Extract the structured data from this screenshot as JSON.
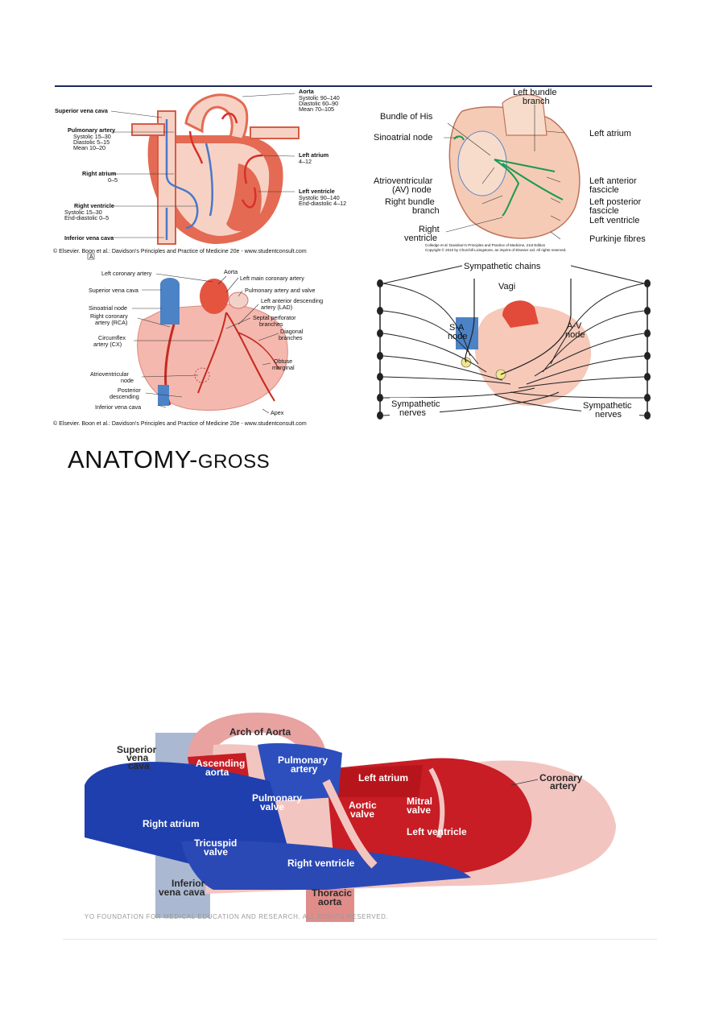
{
  "fig_a": {
    "aorta": "Aorta",
    "aorta_systolic": "Systolic   90–140",
    "aorta_diastolic": "Diastolic   60–90",
    "aorta_mean": "Mean      70–105",
    "svc": "Superior vena cava",
    "pa": "Pulmonary artery",
    "pa_systolic": "Systolic   15–30",
    "pa_diastolic": "Diastolic   5–15",
    "pa_mean": "Mean     10–20",
    "ra": "Right atrium",
    "ra_val": "0–5",
    "la": "Left atrium",
    "la_val": "4–12",
    "lv": "Left ventricle",
    "lv_systolic": "Systolic      90–140",
    "lv_enddiastolic": "End-diastolic   4–12",
    "rv": "Right ventricle",
    "rv_systolic": "Systolic       15–30",
    "rv_enddiastolic": "End-diastolic    0–5",
    "ivc": "Inferior vena cava",
    "credit": "© Elsevier. Boon et al.: Davidson's Principles and Practice of Medicine 20e - www.studentconsult.com",
    "panel_letter": "A"
  },
  "fig_b": {
    "lbb": "Left bundle",
    "lbb2": "branch",
    "his": "Bundle of His",
    "sa": "Sinoatrial node",
    "la": "Left atrium",
    "av1": "Atrioventricular",
    "av2": "(AV) node",
    "rbb1": "Right bundle",
    "rbb2": "branch",
    "laf1": "Left anterior",
    "laf2": "fascicle",
    "lpf1": "Left posterior",
    "lpf2": "fascicle",
    "lv": "Left ventricle",
    "rv1": "Right",
    "rv2": "ventricle",
    "purkinje": "Purkinje fibres",
    "credit1": "Colledge et al: Davidson's Principles and Practice of Medicine, 21st Edition",
    "credit2": "Copyright © 2010 by Churchill Livingstone, an imprint of Elsevier Ltd. All rights reserved."
  },
  "fig_c": {
    "lca": "Left coronary artery",
    "aorta": "Aorta",
    "lmca": "Left main coronary artery",
    "svc": "Superior vena cava",
    "pav": "Pulmonary artery and valve",
    "lad1": "Left anterior descending",
    "lad2": "artery (LAD)",
    "sa": "Sinoatrial node",
    "rca1": "Right coronary",
    "rca2": "artery (RCA)",
    "septal1": "Septal perforator",
    "septal2": "branches",
    "diag1": "Diagonal",
    "diag2": "branches",
    "cx1": "Circumflex",
    "cx2": "artery (CX)",
    "obtuse1": "Obtuse",
    "obtuse2": "marginal",
    "av1": "Atrioventricular",
    "av2": "node",
    "pd1": "Posterior",
    "pd2": "descending",
    "ivc": "Inferior vena cava",
    "apex": "Apex",
    "credit": "© Elsevier. Boon et al.: Davidson's Principles and Practice of Medicine 20e - www.studentconsult.com"
  },
  "fig_d": {
    "chains": "Sympathetic chains",
    "vagi": "Vagi",
    "sa1": "S-A",
    "sa2": "node",
    "av1": "A-V",
    "av2": "node",
    "symp_l1": "Sympathetic",
    "symp_l2": "nerves",
    "symp_r1": "Sympathetic",
    "symp_r2": "nerves"
  },
  "heading": {
    "part1": "ANATOMY-",
    "part2": "GROSS"
  },
  "mayo": {
    "arch": "Arch of Aorta",
    "svc1": "Superior",
    "svc2": "vena",
    "svc3": "cava",
    "asc1": "Ascending",
    "asc2": "aorta",
    "pa1": "Pulmonary",
    "pa2": "artery",
    "la": "Left atrium",
    "cor1": "Coronary",
    "cor2": "artery",
    "pv1": "Pulmonary",
    "pv2": "valve",
    "av1": "Aortic",
    "av2": "valve",
    "mv1": "Mitral",
    "mv2": "valve",
    "ra": "Right atrium",
    "lv": "Left ventricle",
    "tv1": "Tricuspid",
    "tv2": "valve",
    "rv": "Right ventricle",
    "ivc1": "Inferior",
    "ivc2": "vena cava",
    "ta1": "Thoracic",
    "ta2": "aorta",
    "credit": "© MAYO FOUNDATION FOR MEDICAL EDUCATION AND RESEARCH. ALL RIGHTS RESERVED."
  }
}
